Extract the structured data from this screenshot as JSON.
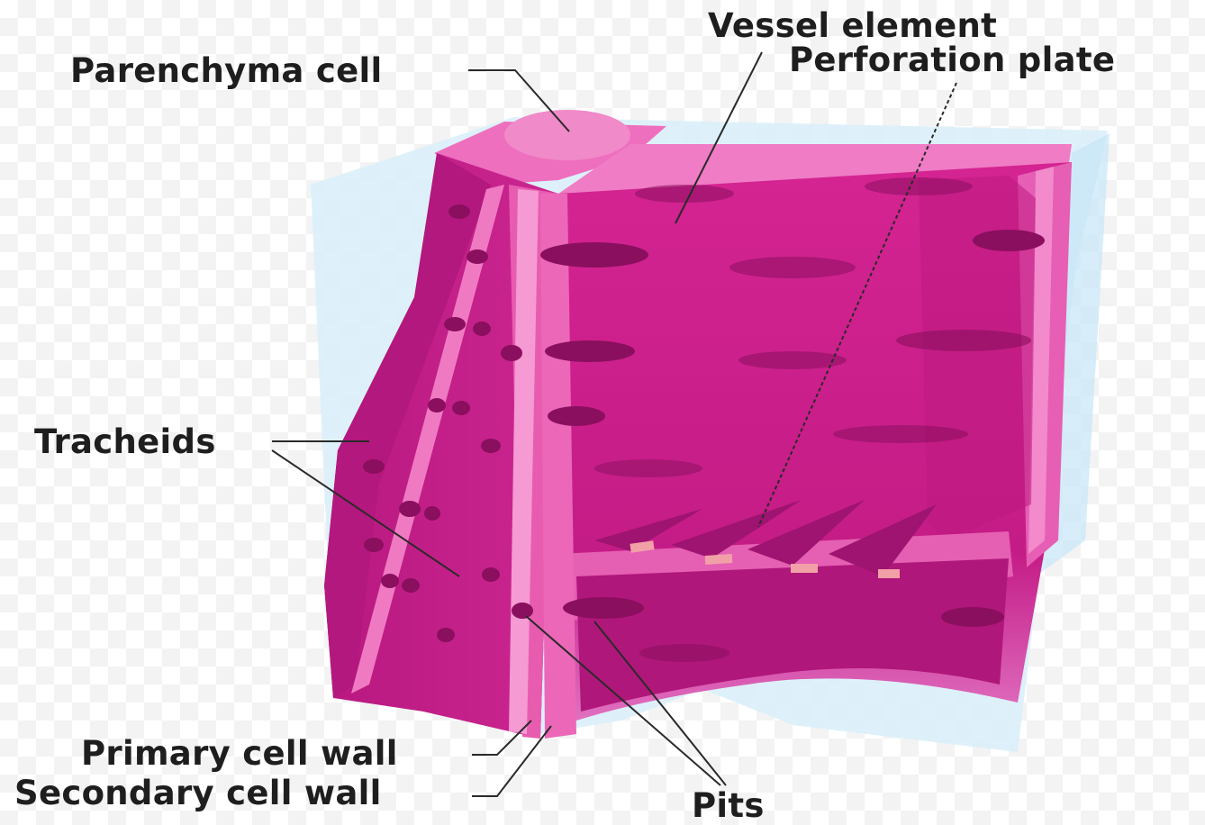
{
  "labels": {
    "parenchyma_cell": "Parenchyma cell",
    "vessel_element": "Vessel element",
    "perforation_plate": "Perforation plate",
    "tracheids": "Tracheids",
    "primary_cell_wall": "Primary cell wall",
    "secondary_cell_wall": "Secondary cell wall",
    "pits": "Pits"
  },
  "colors": {
    "tissue_box": "#d8eef9",
    "wall_light": "#f078c4",
    "wall_pink": "#e85cb0",
    "cell_magenta": "#c8208a",
    "cell_dark": "#a51272",
    "pit": "#8a0f5e",
    "perforation_bar": "#f2a0a8",
    "label_text": "#1e1e1e"
  }
}
